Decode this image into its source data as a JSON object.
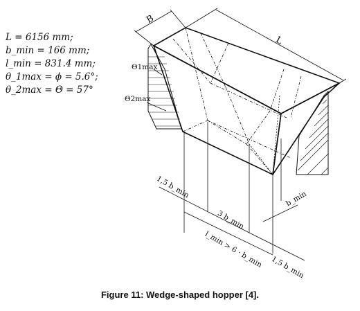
{
  "equations": [
    {
      "id": "L",
      "text": "L = 6156 mm;"
    },
    {
      "id": "bmin",
      "text": "b_min = 166 mm;"
    },
    {
      "id": "lmin",
      "text": "l_min = 831.4 mm;"
    },
    {
      "id": "theta1",
      "text": "θ_1max = ϕ = 5.6°;"
    },
    {
      "id": "theta2",
      "text": "θ_2max = Θ = 57°"
    }
  ],
  "labels": {
    "B": "B",
    "L": "L",
    "theta1max": "Θ1max",
    "theta2max": "Θ2max"
  },
  "dimensions": {
    "left_margin": "1,5 b_min",
    "middle": "3 b_min",
    "bmin": "b_min",
    "lmin_rule": "l_min > 6 · b_min",
    "right_margin": "1,5 b_min"
  },
  "caption": "Figure 11: Wedge-shaped hopper [4]."
}
